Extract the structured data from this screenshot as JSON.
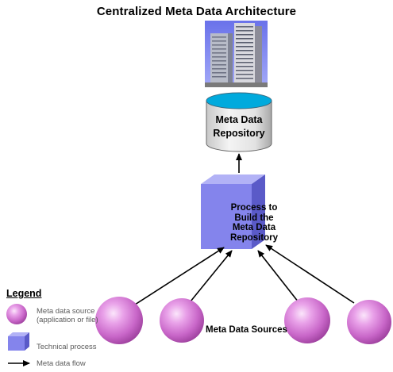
{
  "title": "Centralized Meta Data Architecture",
  "repository": {
    "line1": "Meta Data",
    "line2": "Repository"
  },
  "process": {
    "lines": [
      "Process to",
      "Build the",
      "Meta Data",
      "Repository"
    ]
  },
  "sources_label": "Meta Data Sources",
  "legend": {
    "title": "Legend",
    "items": [
      {
        "icon": "sphere-icon",
        "line1": "Meta data source",
        "line2": "(application or file)"
      },
      {
        "icon": "cube-icon",
        "line1": "Technical process"
      },
      {
        "icon": "arrow-icon",
        "line1": "Meta data flow"
      }
    ]
  },
  "colors": {
    "sphere": "#cc66cc",
    "cube": "#8080e8",
    "cylinder_top": "#00aadd",
    "building_sky": "#8088f0"
  }
}
